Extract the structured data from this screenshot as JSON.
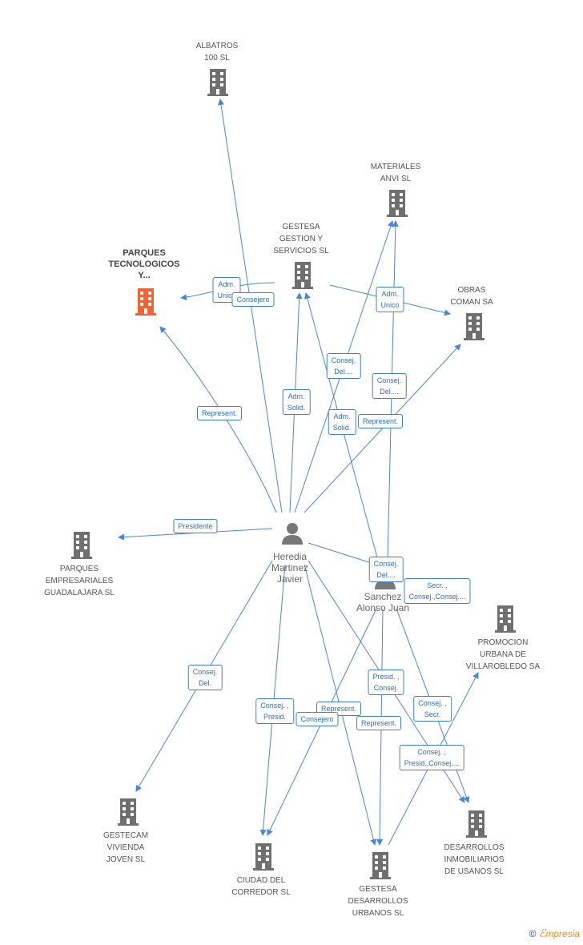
{
  "colors": {
    "edge": "#4a86d6",
    "building": "#6f6f6f",
    "building_highlight": "#f26234",
    "person": "#777777"
  },
  "nodes": {
    "albatros": {
      "label": "ALBATROS\n100  SL",
      "icon": "building-icon"
    },
    "materiales": {
      "label": "MATERIALES\nANVI SL",
      "icon": "building-icon"
    },
    "gestesa_gestion": {
      "label": "GESTESA\nGESTION Y\nSERVICIOS SL",
      "icon": "building-icon"
    },
    "parques_tec": {
      "label": "PARQUES\nTECNOLOGICOS\nY...",
      "icon": "building-icon",
      "highlight": true
    },
    "obras": {
      "label": "OBRAS\nCOMAN SA",
      "icon": "building-icon"
    },
    "parques_emp": {
      "label": "PARQUES\nEMPRESARIALES\nGUADALAJARA SL",
      "icon": "building-icon"
    },
    "heredia": {
      "label": "Heredia\nMartinez\nJavier",
      "icon": "person-icon"
    },
    "sanchez": {
      "label": "Sanchez\nAlonso Juan",
      "icon": "person-icon"
    },
    "promocion": {
      "label": "PROMOCION\nURBANA DE\nVILLAROBLEDO SA",
      "icon": "building-icon"
    },
    "gestecam": {
      "label": "GESTECAM\nVIVIENDA\nJOVEN SL",
      "icon": "building-icon"
    },
    "ciudad": {
      "label": "CIUDAD DEL\nCORREDOR SL",
      "icon": "building-icon"
    },
    "gestesa_des": {
      "label": "GESTESA\nDESARROLLOS\nURBANOS SL",
      "icon": "building-icon"
    },
    "desarrollos": {
      "label": "DESARROLLOS\nINMOBILIARIOS\nDE USANOS SL",
      "icon": "building-icon"
    }
  },
  "edge_labels": [
    "Adm.\nUnico",
    "Consejero",
    "Adm.\nUnico",
    "Consej.\nDel....",
    "Consej.\nDel....",
    "Represent.",
    "Adm.\nSolid.",
    "Adm.\nSolid.",
    "Represent.",
    "Presidente",
    "Consej.\nDel....",
    "Secr. ,\nConsej.,Consej....",
    "Consej.\nDel.",
    "Presid. ,\nConsej.",
    "Consej. ,\nPresid.",
    "Represent.",
    "Consejero",
    "Represent.",
    "Consej. ,\nSecr.",
    "Consej. ,\nPresid.,Consej...."
  ],
  "footer": {
    "copyright": "©",
    "brand_initial": "ℰ",
    "brand_rest": "mpresia"
  }
}
